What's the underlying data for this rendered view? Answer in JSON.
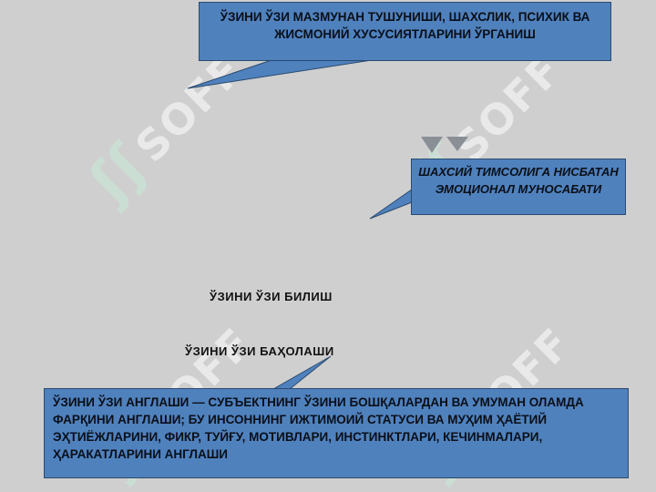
{
  "callouts": {
    "top": "ЎЗИНИ ЎЗИ МАЗМУНАН ТУШУНИШИ, ШАХСЛИК, ПСИХИК ВА ЖИСМОНИЙ ХУСУСИЯТЛАРИНИ ЎРГАНИШ",
    "right": "ШАХСИЙ ТИМСОЛИГА НИСБАТАН ЭМОЦИОНАЛ МУНОСАБАТИ",
    "bottom": "ЎЗИНИ ЎЗИ АНГЛАШИ — СУБЪЕКТНИНГ ЎЗИНИ БОШҚАЛАРДАН ВА УМУМАН ОЛАМДА ФАРҚИНИ АНГЛАШИ; БУ ИНСОННИНГ ИЖТИМОИЙ СТАТУСИ ВА МУҲИМ ҲАЁТИЙ ЭҲТИЁЖЛАРИНИ, ФИКР, ТУЙҒУ, МОТИВЛАРИ, ИНСТИНКТЛАРИ, КЕЧИНМАЛАРИ, ҲАРАКАТЛАРИНИ АНГЛАШИ"
  },
  "labels": {
    "self_knowledge": "ЎЗИНИ ЎЗИ БИЛИШ",
    "self_assessment": "ЎЗИНИ ЎЗИ БАҲОЛАШИ"
  },
  "watermark": "SOFF",
  "colors": {
    "callout_fill": "#4f81bd",
    "background": "#cfcfcf"
  }
}
